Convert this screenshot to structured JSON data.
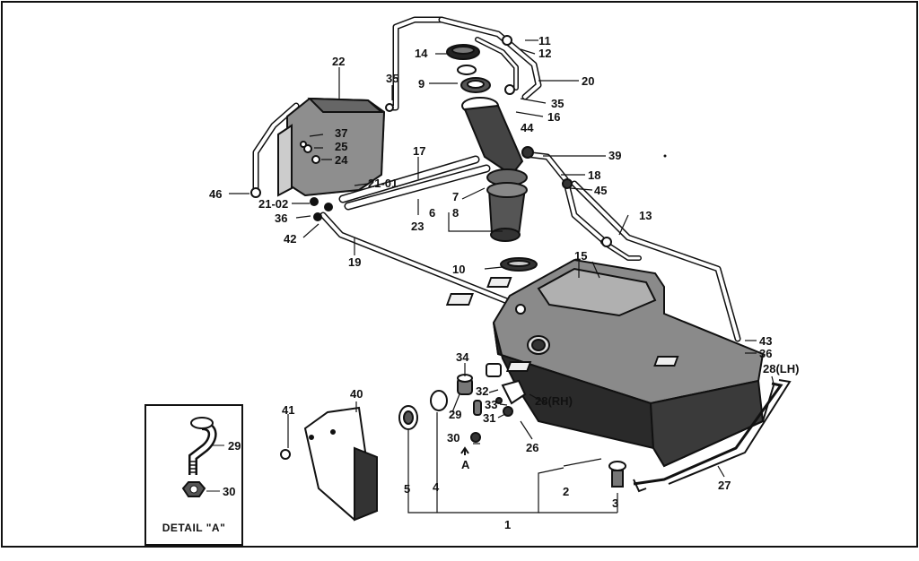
{
  "diagram": {
    "callouts": [
      {
        "id": "c1",
        "text": "1"
      },
      {
        "id": "c2",
        "text": "2"
      },
      {
        "id": "c3",
        "text": "3"
      },
      {
        "id": "c4",
        "text": "4"
      },
      {
        "id": "c5",
        "text": "5"
      },
      {
        "id": "c6",
        "text": "6"
      },
      {
        "id": "c7",
        "text": "7"
      },
      {
        "id": "c8",
        "text": "8"
      },
      {
        "id": "c9",
        "text": "9"
      },
      {
        "id": "c10",
        "text": "10"
      },
      {
        "id": "c11",
        "text": "11"
      },
      {
        "id": "c12",
        "text": "12"
      },
      {
        "id": "c13",
        "text": "13"
      },
      {
        "id": "c14",
        "text": "14"
      },
      {
        "id": "c15",
        "text": "15"
      },
      {
        "id": "c16",
        "text": "16"
      },
      {
        "id": "c17",
        "text": "17"
      },
      {
        "id": "c18",
        "text": "18"
      },
      {
        "id": "c19",
        "text": "19"
      },
      {
        "id": "c20",
        "text": "20"
      },
      {
        "id": "c21a",
        "text": "21-01"
      },
      {
        "id": "c21b",
        "text": "21-02"
      },
      {
        "id": "c22",
        "text": "22"
      },
      {
        "id": "c23",
        "text": "23"
      },
      {
        "id": "c24",
        "text": "24"
      },
      {
        "id": "c25",
        "text": "25"
      },
      {
        "id": "c26",
        "text": "26"
      },
      {
        "id": "c27",
        "text": "27"
      },
      {
        "id": "c28lh",
        "text": "28(LH)"
      },
      {
        "id": "c28rh",
        "text": "28(RH)"
      },
      {
        "id": "c29",
        "text": "29"
      },
      {
        "id": "c30",
        "text": "30"
      },
      {
        "id": "c31",
        "text": "31"
      },
      {
        "id": "c32",
        "text": "32"
      },
      {
        "id": "c33",
        "text": "33"
      },
      {
        "id": "c34",
        "text": "34"
      },
      {
        "id": "c35a",
        "text": "35"
      },
      {
        "id": "c35b",
        "text": "35"
      },
      {
        "id": "c36a",
        "text": "36"
      },
      {
        "id": "c36b",
        "text": "36"
      },
      {
        "id": "c37",
        "text": "37"
      },
      {
        "id": "c39",
        "text": "39"
      },
      {
        "id": "c40",
        "text": "40"
      },
      {
        "id": "c41",
        "text": "41"
      },
      {
        "id": "c42",
        "text": "42"
      },
      {
        "id": "c43",
        "text": "43"
      },
      {
        "id": "c44",
        "text": "44"
      },
      {
        "id": "c45",
        "text": "45"
      },
      {
        "id": "c46",
        "text": "46"
      },
      {
        "id": "cA",
        "text": "A"
      }
    ],
    "detail": {
      "title": "DETAIL \"A\"",
      "labels": [
        {
          "id": "d29",
          "text": "29"
        },
        {
          "id": "d30",
          "text": "30"
        }
      ]
    }
  }
}
